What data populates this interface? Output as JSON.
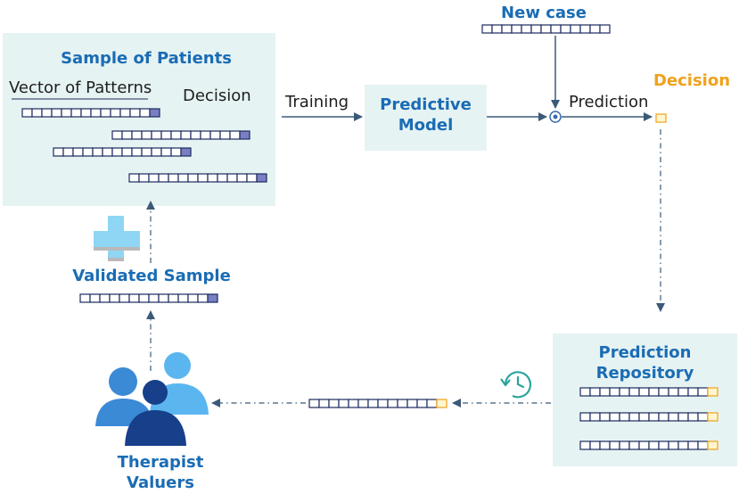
{
  "sample_panel": {
    "title": "Sample of Patients",
    "vector_label": "Vector of Patterns",
    "decision_label": "Decision"
  },
  "model_panel": {
    "title_line1": "Predictive",
    "title_line2": "Model"
  },
  "new_case": {
    "title": "New case"
  },
  "edges": {
    "training": "Training",
    "prediction": "Prediction"
  },
  "decision": {
    "title": "Decision"
  },
  "repository": {
    "title_line1": "Prediction",
    "title_line2": "Repository"
  },
  "validated": {
    "title": "Validated Sample"
  },
  "therapists": {
    "title_line1": "Therapist",
    "title_line2": "Valuers"
  },
  "icons": [
    "plus-cross-icon",
    "clock-history-icon",
    "people-group-icon"
  ],
  "colors": {
    "panel_bg": "#e6f3f3",
    "title_blue": "#1a6cb4",
    "vector_outline": "#1c2a5e",
    "decision_cell": "#7a7fc4",
    "decision_highlight": "#f0a21b",
    "arrow": "#3a5a78"
  }
}
